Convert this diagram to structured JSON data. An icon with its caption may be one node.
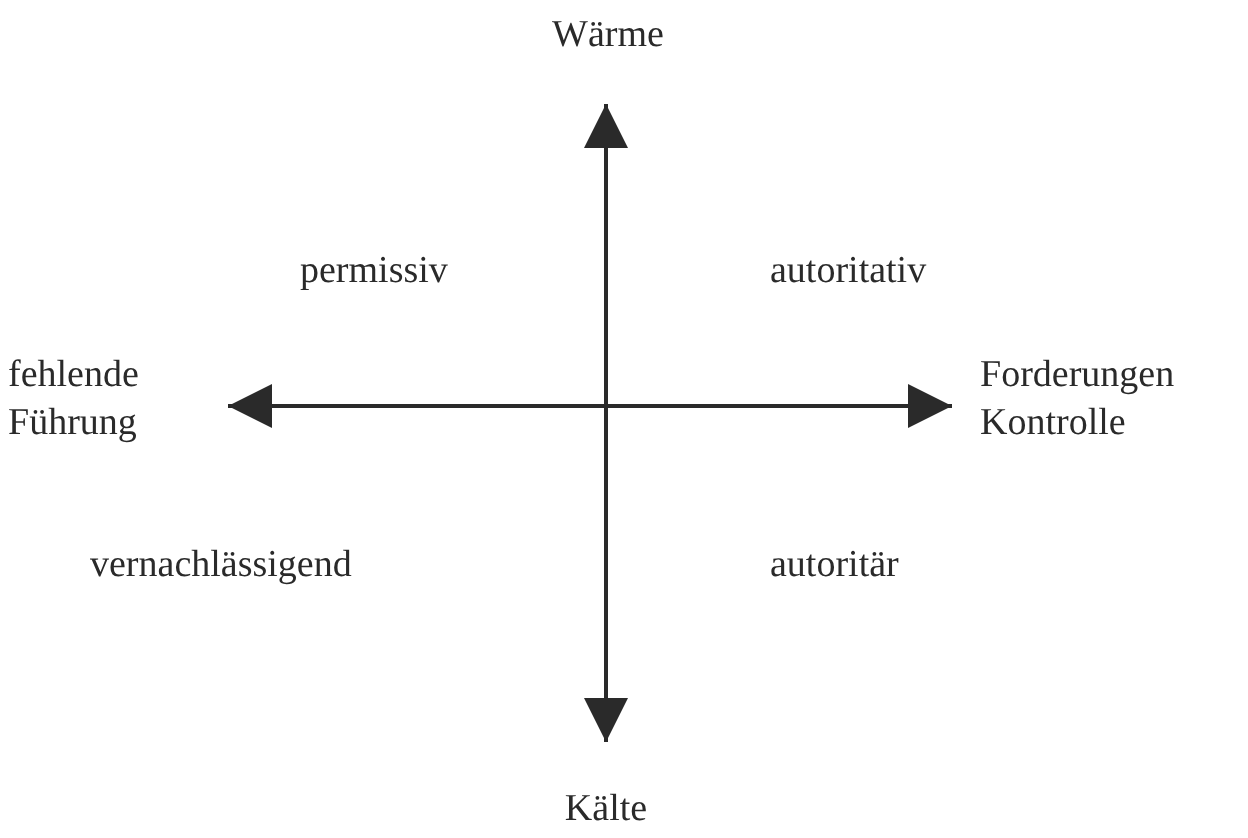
{
  "diagram": {
    "nodes": [
      {
        "text": [
          "Wärme"
        ]
      },
      {
        "text": [
          "fehlende Führung"
        ]
      },
      {
        "text": [
          "Forderungen Kontrolle"
        ]
      },
      {
        "text": [
          "Kälte"
        ]
      }
    ],
    "edges": [
      {
        "from": 0,
        "to": 3,
        "arrow": "both"
      },
      {
        "from": 1,
        "to": 2,
        "arrow": "both"
      }
    ],
    "labels": [
      "permissiv",
      "autoritativ",
      "vernachlässigend",
      "autoritär"
    ]
  }
}
